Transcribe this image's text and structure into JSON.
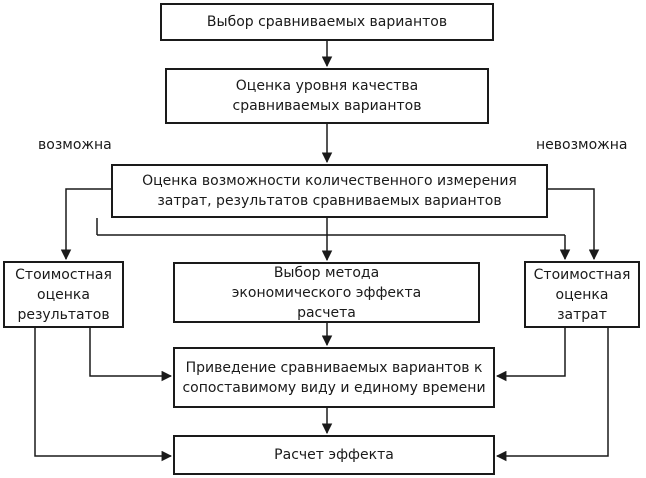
{
  "diagram": {
    "boxes": {
      "select_variants": "Выбор сравниваемых вариантов",
      "quality_assessment": "Оценка уровня качества сравниваемых вариантов",
      "measurability": "Оценка возможности количественного измерения затрат, результатов сравниваемых вариантов",
      "cost_results": "Стоимостная оценка результатов",
      "method_choice": "Выбор метода экономического эффекта расчета",
      "cost_expenses": "Стоимостная оценка затрат",
      "comparable_form": "Приведение сравниваемых вариантов к сопоставимому виду и единому времени",
      "effect_calc": "Расчет эффекта"
    },
    "labels": {
      "possible": "возможна",
      "impossible": "невозможна"
    }
  }
}
